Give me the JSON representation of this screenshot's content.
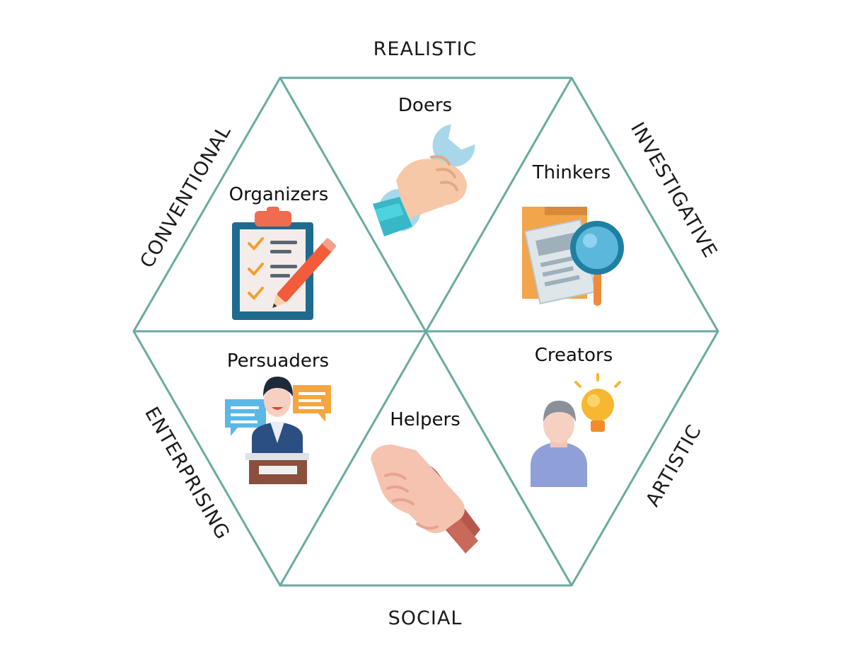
{
  "diagram": {
    "sides": {
      "top": "REALISTIC",
      "upper_right": "INVESTIGATIVE",
      "lower_right": "ARTISTIC",
      "bottom": "SOCIAL",
      "lower_left": "ENTERPRISING",
      "upper_left": "CONVENTIONAL"
    },
    "segments": {
      "doers": "Doers",
      "thinkers": "Thinkers",
      "creators": "Creators",
      "helpers": "Helpers",
      "persuaders": "Persuaders",
      "organizers": "Organizers"
    },
    "icons": {
      "doers": "wrench-hand-icon",
      "thinkers": "folder-magnifier-icon",
      "creators": "person-lightbulb-icon",
      "helpers": "handshake-icon",
      "persuaders": "speaker-podium-icon",
      "organizers": "clipboard-checklist-icon"
    },
    "colors": {
      "edge": "#6aaaa0"
    }
  }
}
